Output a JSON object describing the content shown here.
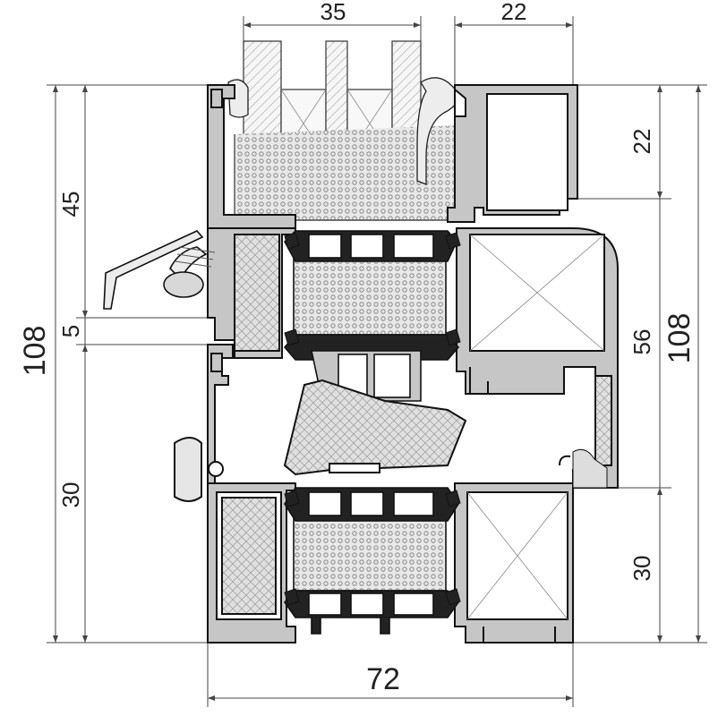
{
  "dimensions": {
    "top_left_width": "35",
    "top_right_width": "22",
    "left_total_height": "108",
    "left_upper": "45",
    "left_gap": "5",
    "left_lower": "30",
    "right_top": "22",
    "right_middle": "56",
    "right_total_height": "108",
    "right_lower": "30",
    "bottom_width": "72"
  },
  "colors": {
    "profile_fill": "#c8c8c8",
    "profile_stroke": "#111111",
    "insulation_fill": "#e4e4e4",
    "glass_fill": "#f4f4f4",
    "gasket_fill": "#222222",
    "background": "#ffffff"
  }
}
